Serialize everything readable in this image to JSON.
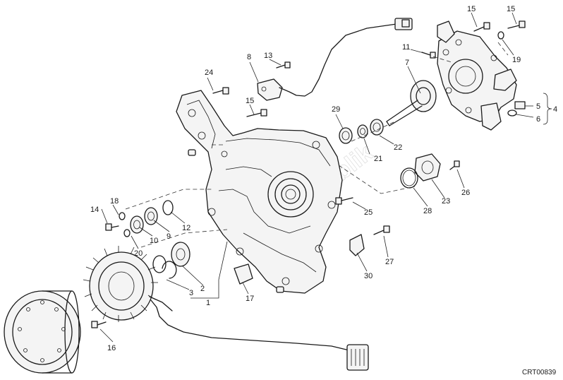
{
  "diagram": {
    "code": "CRT00839",
    "watermark": "parts-republik",
    "callouts": {
      "c1": "1",
      "c2": "2",
      "c3": "3",
      "c4": "4",
      "c5": "5",
      "c6": "6",
      "c7": "7",
      "c8": "8",
      "c9": "9",
      "c10": "10",
      "c11": "11",
      "c12": "12",
      "c13": "13",
      "c14": "14",
      "c15a": "15",
      "c15b": "15",
      "c15c": "15",
      "c16": "16",
      "c17": "17",
      "c18": "18",
      "c19": "19",
      "c20": "20",
      "c21": "21",
      "c22": "22",
      "c23": "23",
      "c24": "24",
      "c25": "25",
      "c26": "26",
      "c27": "27",
      "c28": "28",
      "c29": "29",
      "c30": "30"
    }
  }
}
